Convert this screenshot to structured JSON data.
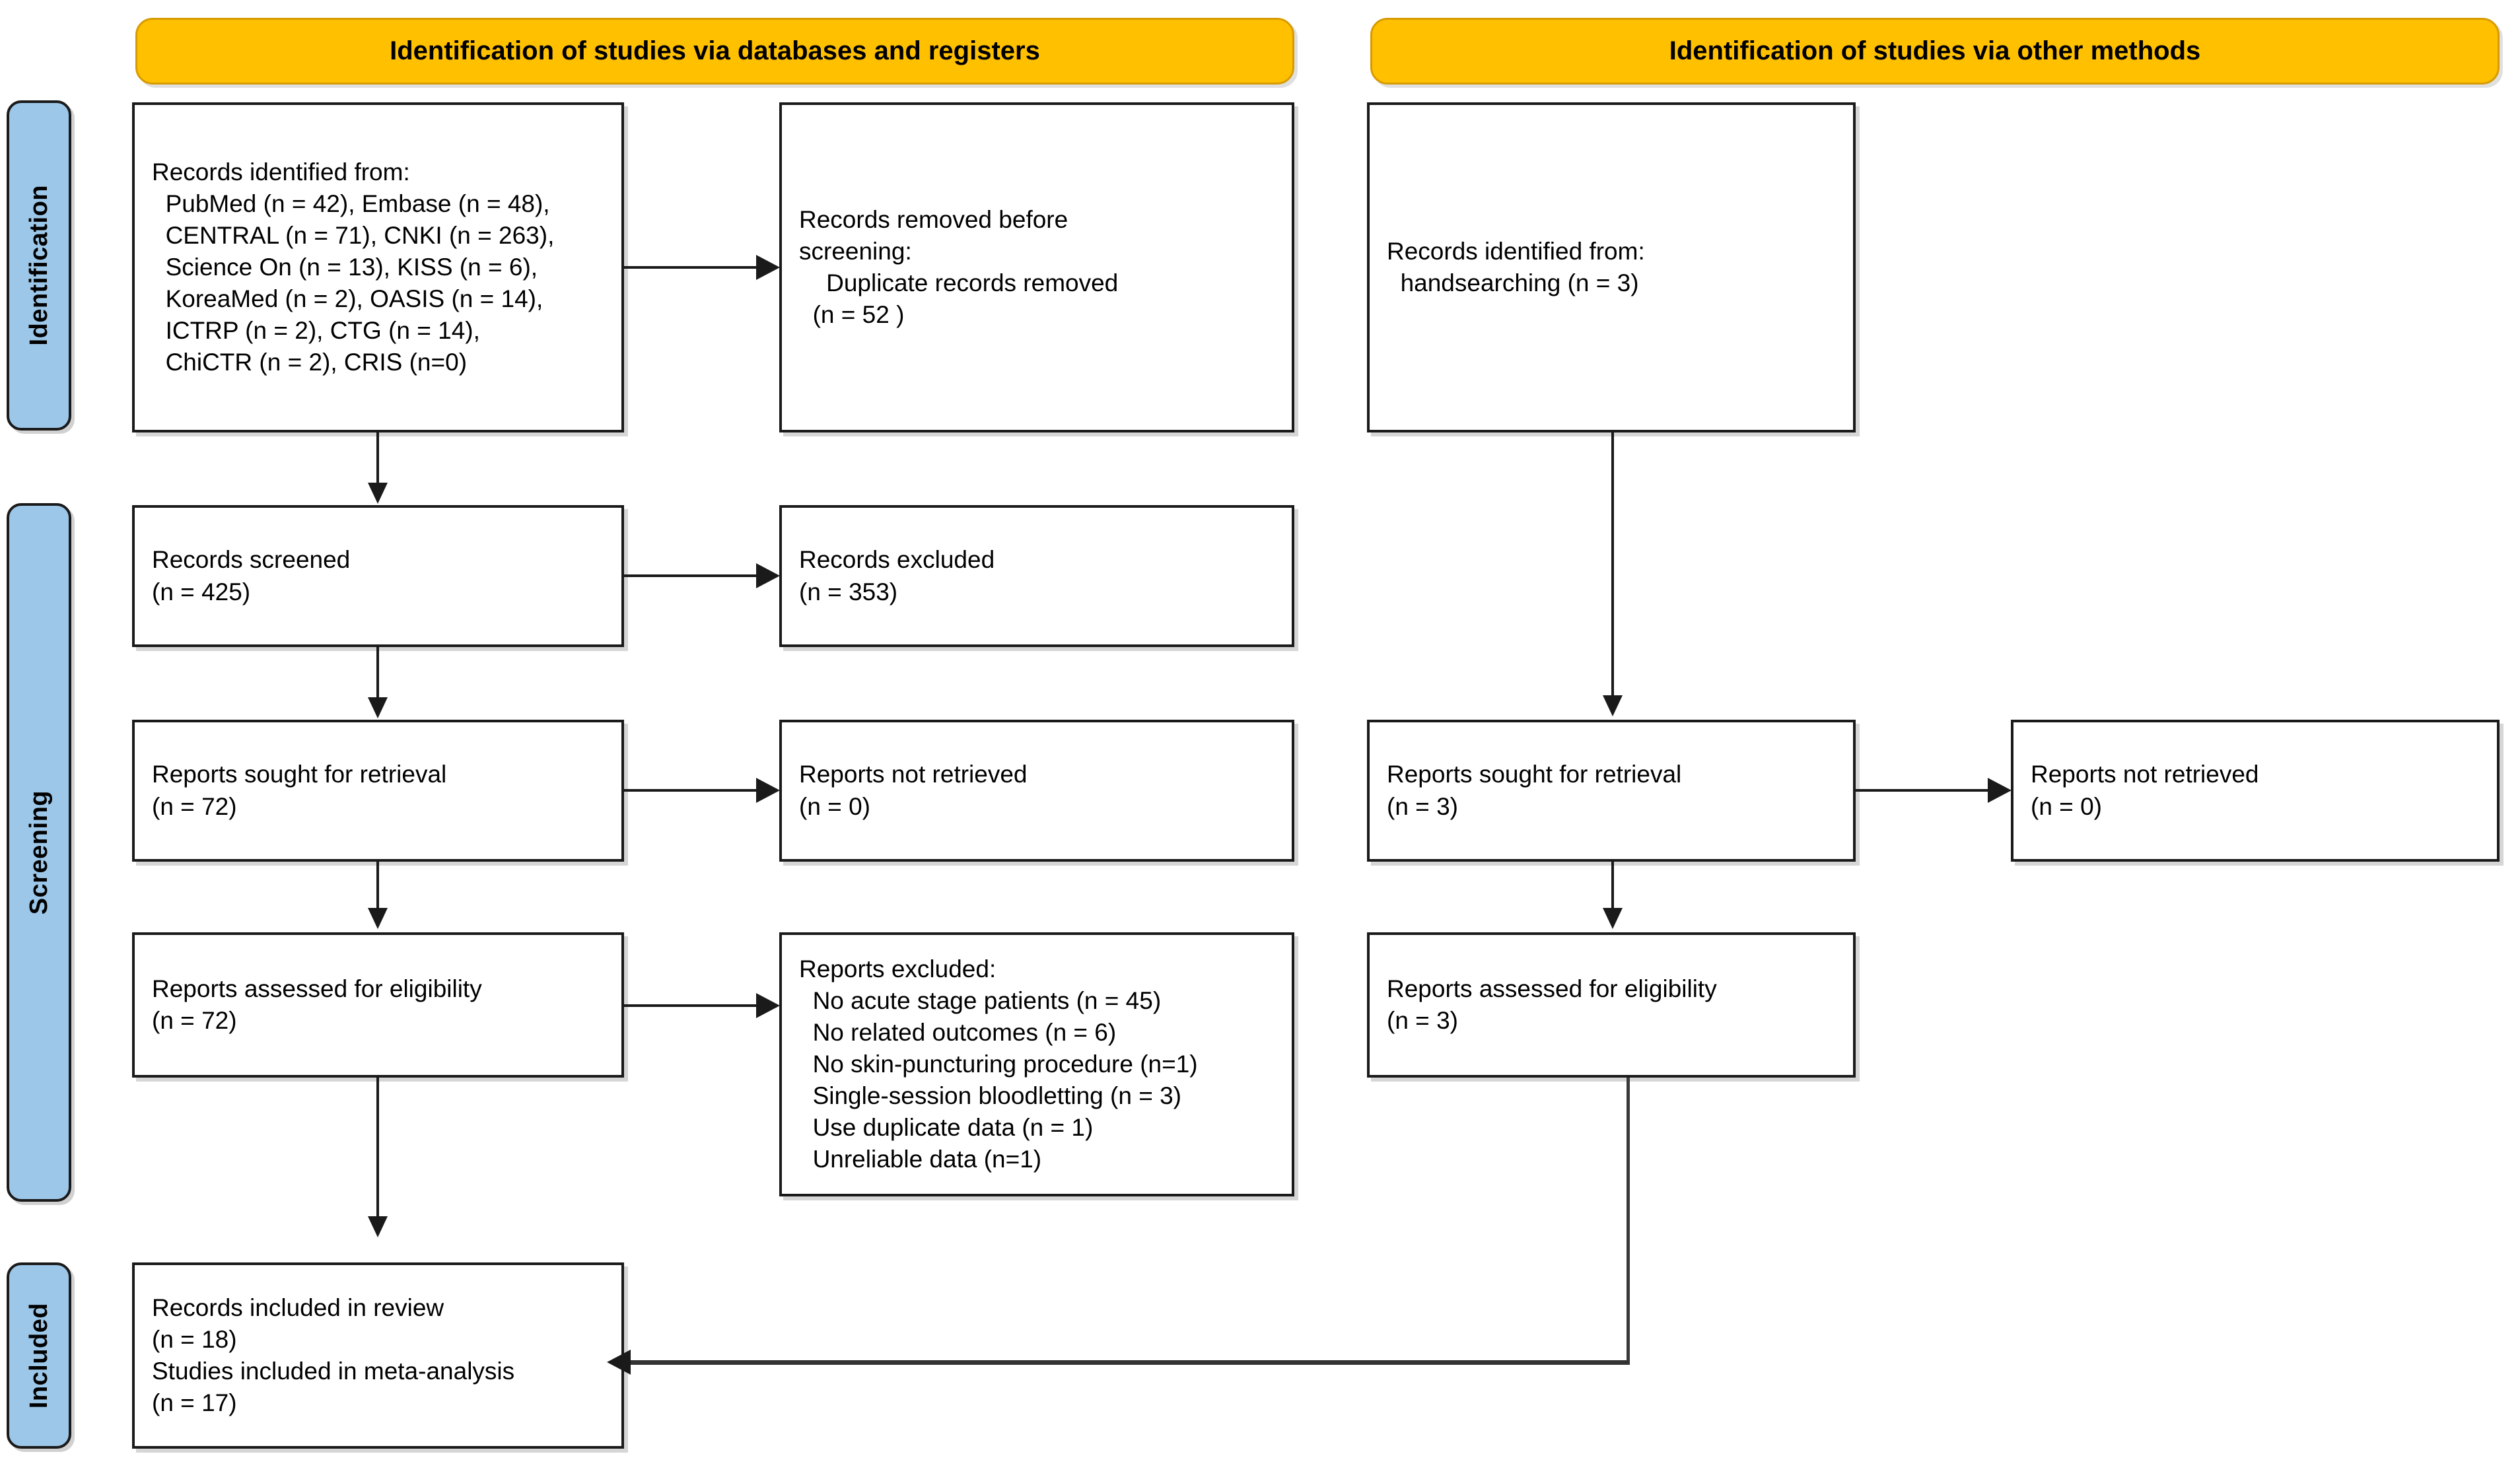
{
  "diagram": {
    "title": "PRISMA 2020 flow diagram",
    "type": "prisma-flow-diagram",
    "colors": {
      "banner_fill": "#FFC000",
      "banner_border": "#D79B00",
      "stage_tab_fill": "#9DC7E8",
      "box_border": "#1a1a1a",
      "connector": "#1a1a1a",
      "background": "#ffffff"
    }
  },
  "banners": [
    {
      "id": "databases",
      "label": "Identification of studies via databases and registers"
    },
    {
      "id": "other",
      "label": "Identification of studies via other methods"
    }
  ],
  "stages": [
    {
      "id": "identification",
      "label": "Identification"
    },
    {
      "id": "screening",
      "label": "Screening"
    },
    {
      "id": "included",
      "label": "Included"
    }
  ],
  "boxes": {
    "records_identified_db": {
      "heading": "Records identified from:",
      "lines": [
        "  PubMed (n = 42), Embase (n = 48),",
        "  CENTRAL (n = 71), CNKI (n = 263),",
        "  Science On (n = 13), KISS (n = 6),",
        "  KoreaMed (n = 2), OASIS (n = 14),",
        "  ICTRP (n = 2), CTG (n = 14),",
        "  ChiCTR (n = 2), CRIS (n=0)"
      ]
    },
    "records_removed": {
      "line1": "Records removed ",
      "line1_italic": "before",
      "line2_italic": "screening",
      "line2_tail": ":",
      "lines": [
        "    Duplicate records removed",
        "  (n = 52 )"
      ]
    },
    "records_screened": {
      "lines": [
        "Records screened",
        "(n = 425)"
      ]
    },
    "records_excluded": {
      "lines": [
        "Records excluded",
        "(n = 353)"
      ]
    },
    "reports_sought_db": {
      "lines": [
        "Reports sought for retrieval",
        "(n = 72)"
      ]
    },
    "reports_not_retrieved_db": {
      "lines": [
        "Reports not retrieved",
        "(n = 0)"
      ]
    },
    "reports_assessed_db": {
      "lines": [
        "Reports assessed for eligibility",
        "(n = 72)"
      ]
    },
    "reports_excluded": {
      "heading": "Reports excluded:",
      "lines": [
        "  No acute stage patients (n = 45)",
        "  No related outcomes (n = 6)",
        "  No skin-puncturing procedure (n=1)",
        "  Single-session bloodletting (n = 3)",
        "  Use duplicate data (n = 1)",
        "  Unreliable data (n=1)"
      ]
    },
    "records_identified_other": {
      "lines": [
        "Records identified from:",
        "  handsearching (n = 3)"
      ]
    },
    "reports_sought_other": {
      "lines": [
        "Reports sought for retrieval",
        "(n = 3)"
      ]
    },
    "reports_not_retrieved_other": {
      "lines": [
        "Reports not retrieved",
        "(n = 0)"
      ]
    },
    "reports_assessed_other": {
      "lines": [
        "Reports assessed for eligibility",
        "(n = 3)"
      ]
    },
    "records_included": {
      "lines": [
        "Records included in review",
        "(n = 18)",
        "Studies included in meta-analysis",
        "(n = 17)"
      ]
    }
  },
  "counts": {
    "pubmed": 42,
    "embase": 48,
    "central": 71,
    "cnki": 263,
    "science_on": 13,
    "kiss": 6,
    "koreamed": 2,
    "oasis": 14,
    "ictrp": 2,
    "ctg": 14,
    "chictr": 2,
    "cris": 0,
    "duplicates_removed": 52,
    "records_screened": 425,
    "records_excluded": 353,
    "reports_sought_db": 72,
    "reports_not_retrieved_db": 0,
    "reports_assessed_db": 72,
    "excluded_no_acute_stage": 45,
    "excluded_no_related_outcomes": 6,
    "excluded_no_skin_puncturing": 1,
    "excluded_single_session": 3,
    "excluded_duplicate_data": 1,
    "excluded_unreliable_data": 1,
    "handsearching": 3,
    "reports_sought_other": 3,
    "reports_not_retrieved_other": 0,
    "reports_assessed_other": 3,
    "records_included_review": 18,
    "studies_included_meta": 17
  }
}
